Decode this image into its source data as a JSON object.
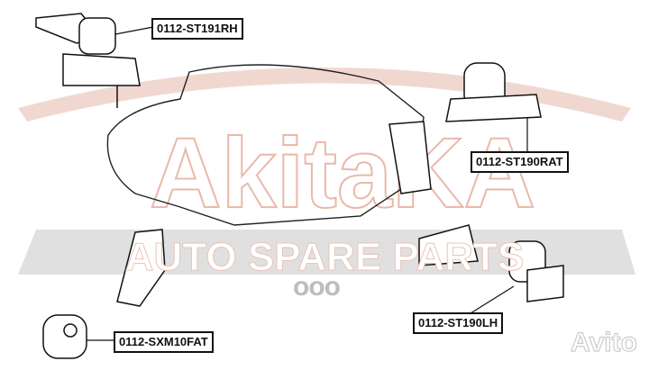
{
  "watermark": {
    "brand": "AKITAKA",
    "tagline": "AUTO SPARE PARTS",
    "color": "#e9c8bd",
    "band_color": "#d9d9d9"
  },
  "overlay_logo": "avito",
  "center_mark": "ооо",
  "labels": {
    "st191rh": "0112-ST191RH",
    "st190rat": "0112-ST190RAT",
    "st190lh": "0112-ST190LH",
    "sxm10fat": "0112-SXM10FAT"
  }
}
